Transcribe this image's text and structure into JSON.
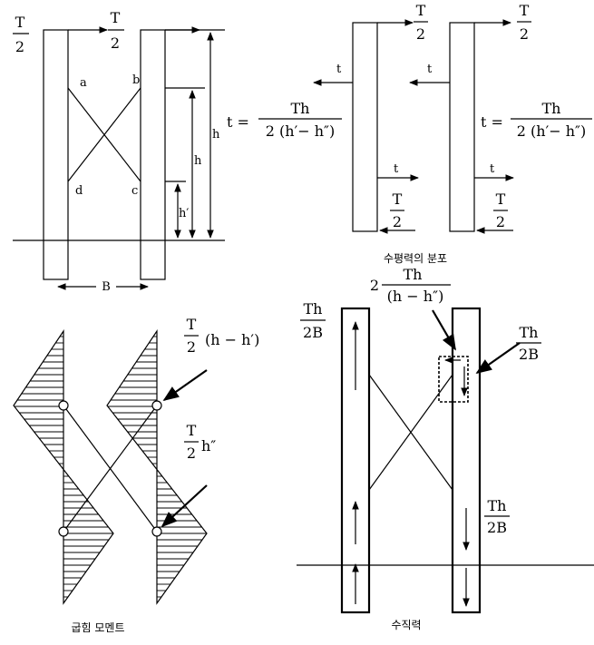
{
  "panel_frame": {
    "T": "T",
    "two": "2",
    "a": "a",
    "b": "b",
    "c": "c",
    "d": "d",
    "h": "h",
    "h_prime": "h′",
    "B": "B"
  },
  "panel_horizontal": {
    "T": "T",
    "two": "2",
    "t": "t",
    "formula_prefix": "t =",
    "Th": "Th",
    "formula_den": "2 (h′− h″)",
    "caption": "수평력의 분포"
  },
  "panel_moment": {
    "T": "T",
    "two": "2",
    "moment_top_suffix": "(h − h′)",
    "moment_bottom_suffix": "h″",
    "caption": "굽힘 모멘트"
  },
  "panel_vertical": {
    "Th": "Th",
    "twoB": "2B",
    "two": "2",
    "den_h": "(h − h″)",
    "caption": "수직력"
  }
}
